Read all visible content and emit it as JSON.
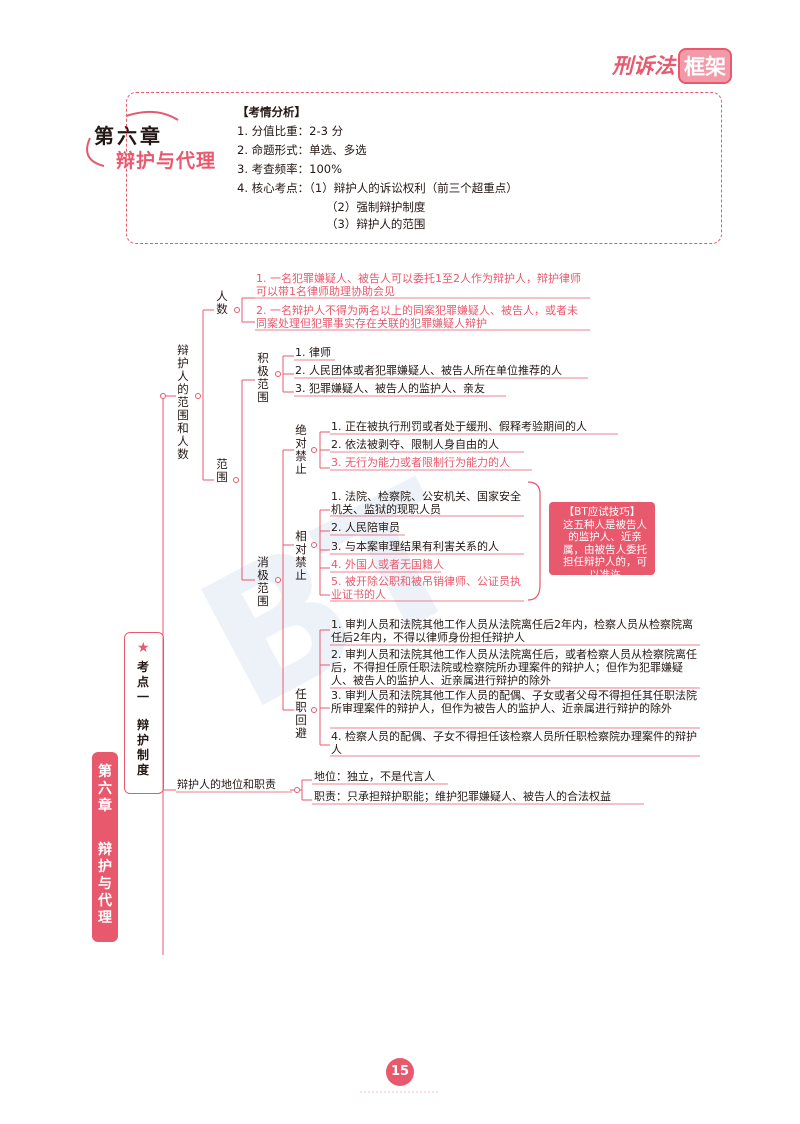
{
  "header": {
    "brand_a": "刑诉法",
    "brand_b": "框架"
  },
  "chapter": {
    "number": "第六章",
    "title": "辩护与代理"
  },
  "analysis": {
    "heading": "【考情分析】",
    "lines": [
      "1. 分值比重：2-3 分",
      "2. 命题形式：单选、多选",
      "3. 考查频率：100%",
      "4. 核心考点：（1）辩护人的诉讼权利（前三个超重点）",
      "（2）强制辩护制度",
      "（3）辩护人的范围"
    ]
  },
  "side_tab": {
    "chapter": "第六章",
    "title": "辩护与代理"
  },
  "kaodian": {
    "label": "考点一",
    "topic": "辩护制度",
    "star": "★"
  },
  "tree": {
    "range_and_count": "辩护人的范围和人数",
    "count_label": "人数",
    "count_items": [
      "1. 一名犯罪嫌疑人、被告人可以委托1至2人作为辩护人，辩护律师可以带1名律师助理协助会见",
      "2. 一名辩护人不得为两名以上的同案犯罪嫌疑人、被告人，或者未同案处理但犯罪事实存在关联的犯罪嫌疑人辩护"
    ],
    "scope_label": "范围",
    "positive_label": "积极范围",
    "positive_items": [
      "1. 律师",
      "2. 人民团体或者犯罪嫌疑人、被告人所在单位推荐的人",
      "3. 犯罪嫌疑人、被告人的监护人、亲友"
    ],
    "negative_label": "消极范围",
    "absolute_label": "绝对禁止",
    "absolute_items": [
      "1. 正在被执行刑罚或者处于缓刑、假释考验期间的人",
      "2. 依法被剥夺、限制人身自由的人",
      "3. 无行为能力或者限制行为能力的人"
    ],
    "relative_label": "相对禁止",
    "relative_items": [
      "1. 法院、检察院、公安机关、国家安全机关、监狱的现职人员",
      "2. 人民陪审员",
      "3. 与本案审理结果有利害关系的人",
      "4. 外国人或者无国籍人",
      "5. 被开除公职和被吊销律师、公证员执业证书的人"
    ],
    "tip_title": "【BT应试技巧】",
    "tip_body": "这五种人是被告人的监护人、近亲属，由被告人委托担任辩护人的，可以准许",
    "recusal_label": "任职回避",
    "recusal_items": [
      "1. 审判人员和法院其他工作人员从法院离任后2年内，检察人员从检察院离任后2年内，不得以律师身份担任辩护人",
      "2. 审判人员和法院其他工作人员从法院离任后，或者检察人员从检察院离任后，不得担任原任职法院或检察院所办理案件的辩护人；但作为犯罪嫌疑人、被告人的监护人、近亲属进行辩护的除外",
      "3. 审判人员和法院其他工作人员的配偶、子女或者父母不得担任其任职法院所审理案件的辩护人，但作为被告人的监护人、近亲属进行辩护的除外",
      "4. 检察人员的配偶、子女不得担任该检察人员所任职检察院办理案件的辩护人"
    ],
    "status_duty_label": "辩护人的地位和职责",
    "status": "地位：独立，不是代言人",
    "duty": "职责：只承担辩护职能；维护犯罪嫌疑人、被告人的合法权益"
  },
  "page_number": "15",
  "colors": {
    "accent": "#e8596d",
    "text": "#231815",
    "watermark": "#dde7f3"
  }
}
